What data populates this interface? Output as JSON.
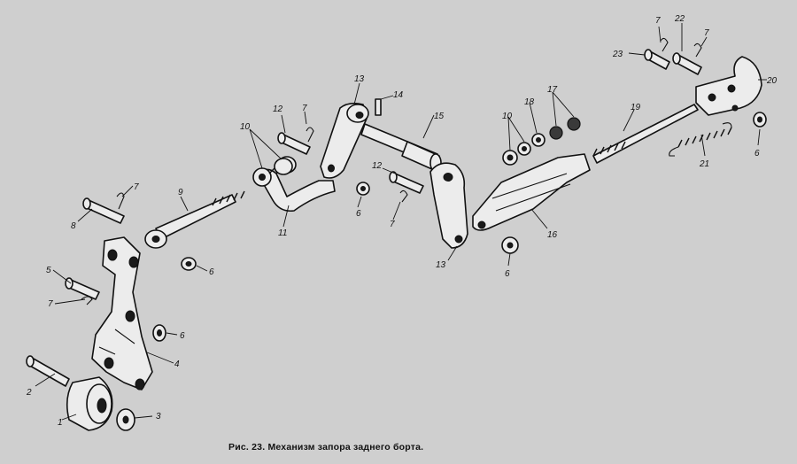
{
  "caption": "Рис. 23. Механизм запора заднего борта.",
  "callouts": {
    "n1": "1",
    "n2": "2",
    "n3": "3",
    "n4": "4",
    "n5": "5",
    "n6": "6",
    "n7": "7",
    "n8": "8",
    "n9": "9",
    "n10": "10",
    "n11": "11",
    "n12": "12",
    "n13": "13",
    "n14": "14",
    "n15": "15",
    "n16": "16",
    "n17": "17",
    "n18": "18",
    "n19": "19",
    "n20": "20",
    "n21": "21",
    "n22": "22",
    "n23": "23"
  }
}
